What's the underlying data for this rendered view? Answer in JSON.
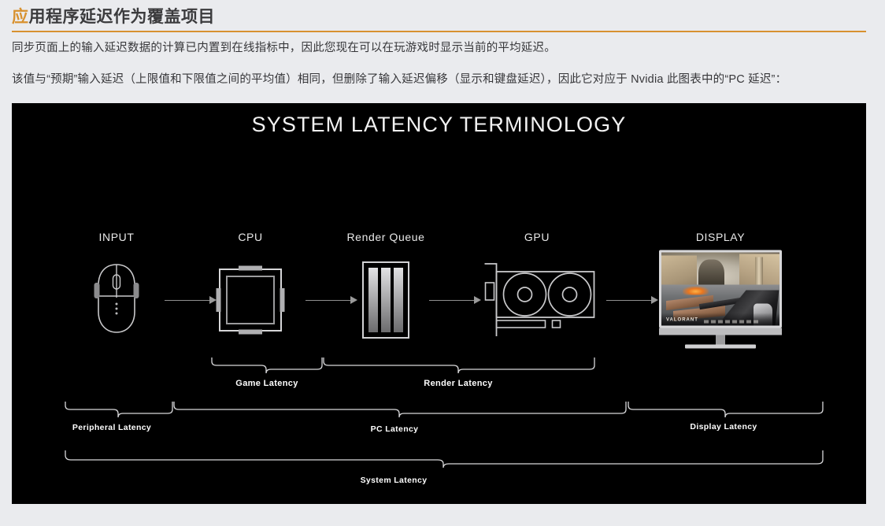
{
  "article": {
    "heading_accent": "应",
    "heading_rest": "用程序延迟作为覆盖项目",
    "paragraph_1": "同步页面上的输入延迟数据的计算已内置到在线指标中，因此您现在可以在玩游戏时显示当前的平均延迟。",
    "paragraph_2": "该值与“预期”输入延迟（上限值和下限值之间的平均值）相同，但删除了输入延迟偏移（显示和键盘延迟），因此它对应于 Nvidia 此图表中的“PC 延迟”："
  },
  "accent_color": "#d8912f",
  "diagram": {
    "title": "SYSTEM LATENCY TERMINOLOGY",
    "background_color": "#000000",
    "stages": [
      {
        "label": "INPUT",
        "icon": "mouse-icon"
      },
      {
        "label": "CPU",
        "icon": "cpu-chip-icon"
      },
      {
        "label": "Render Queue",
        "icon": "render-queue-icon"
      },
      {
        "label": "GPU",
        "icon": "graphics-card-icon"
      },
      {
        "label": "DISPLAY",
        "icon": "monitor-icon"
      }
    ],
    "arrows": [
      "arrow-input-to-cpu",
      "arrow-cpu-to-queue",
      "arrow-queue-to-gpu",
      "arrow-gpu-to-display"
    ],
    "brackets_tier1": [
      {
        "label": "Game Latency"
      },
      {
        "label": "Render Latency"
      }
    ],
    "brackets_tier2": [
      {
        "label": "Peripheral Latency"
      },
      {
        "label": "PC Latency"
      },
      {
        "label": "Display Latency"
      }
    ],
    "brackets_tier3": [
      {
        "label": "System Latency"
      }
    ],
    "screen_content": {
      "game_title": "VALORANT"
    }
  }
}
